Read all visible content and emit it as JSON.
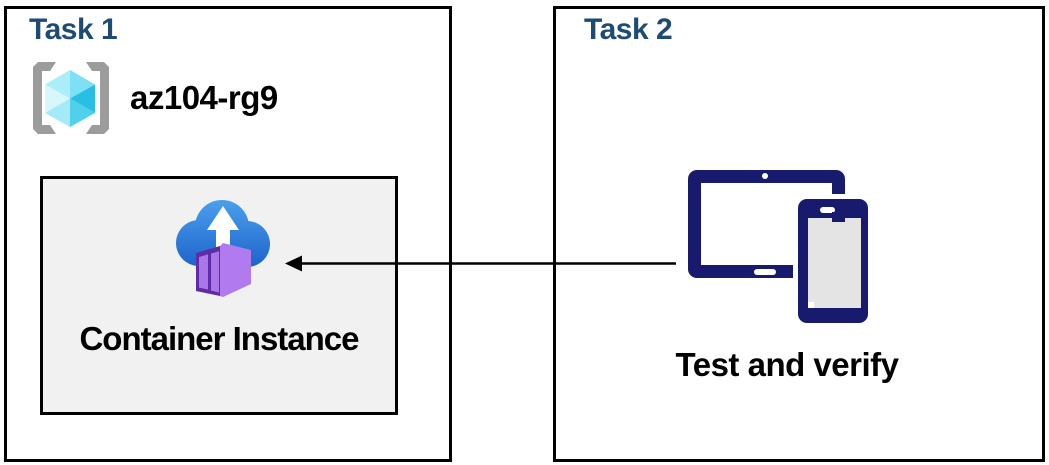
{
  "task1": {
    "title": "Task 1",
    "resource_group_name": "az104-rg9",
    "container_instance_label": "Container Instance"
  },
  "task2": {
    "title": "Task 2",
    "caption": "Test and verify"
  },
  "arrow": {
    "from": "task2-devices",
    "to": "task1-container-instance",
    "direction": "left"
  },
  "icons": {
    "resource_group": "resource-group-icon",
    "container_instances": "container-instances-icon",
    "devices": "tablet-and-phone-icon",
    "connector": "left-arrow"
  },
  "colors": {
    "title_navy": "#1D4B76",
    "device_navy": "#171A6D",
    "container_box_bg": "#F1F1F1",
    "border_black": "#000000",
    "cloud_blue_top": "#4AA0EC",
    "cloud_blue_bottom": "#1E63CB",
    "container_door_purple": "#5F2CA6",
    "container_body_purple": "#B17BEF",
    "cube_cyan_light": "#D8F7FD",
    "cube_cyan_dark": "#29BEE4",
    "bracket_gray": "#9C9C9C"
  }
}
